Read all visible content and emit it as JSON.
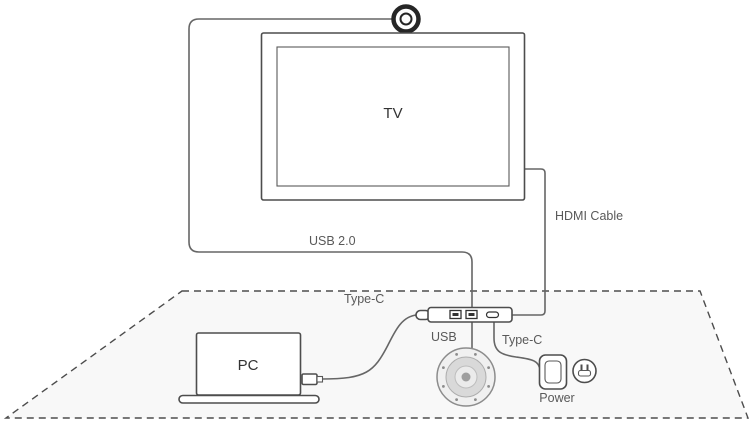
{
  "diagram": {
    "tv_label": "TV",
    "pc_label": "PC",
    "power_label": "Power",
    "cables": {
      "usb2": "USB 2.0",
      "hdmi": "HDMI Cable",
      "type_c_pc": "Type-C",
      "usb_speaker": "USB",
      "type_c_power": "Type-C"
    },
    "icons": {
      "webcam": "webcam-icon",
      "speakerphone": "speakerphone-icon",
      "power_adapter": "power-adapter-icon",
      "power_plug": "power-plug-icon",
      "usb_hub": "usb-hub-icon",
      "laptop": "laptop-icon",
      "tv": "tv-icon"
    },
    "colors": {
      "stroke": "#4d4d4d",
      "cable": "#666666",
      "text": "#595959",
      "table_fill": "#f8f8f8",
      "device_fill": "#ffffff",
      "speaker_ring": "#d9d9d9"
    }
  }
}
